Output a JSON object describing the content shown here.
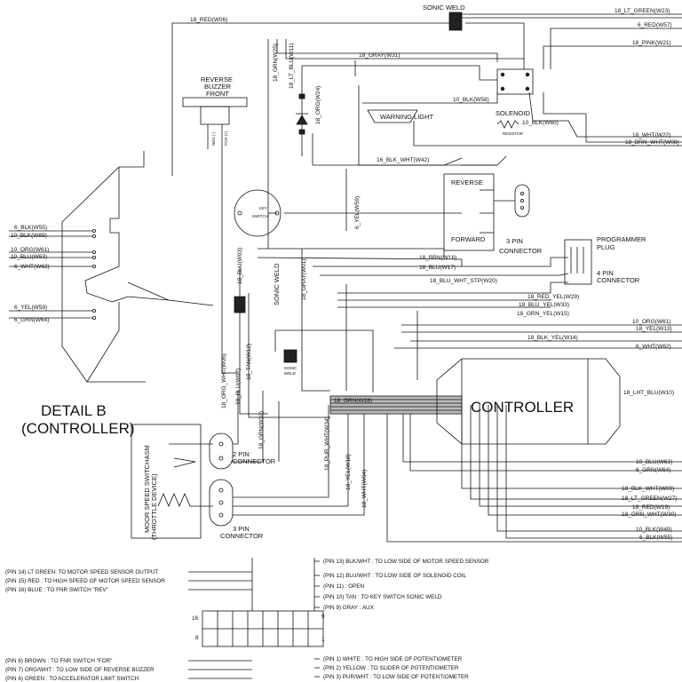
{
  "components": {
    "sonic_weld_top": "SONIC WELD",
    "reverse_buzzer": [
      "REVERSE",
      "BUZZER",
      "FRONT"
    ],
    "buzzer_pins": [
      "NEG (-)",
      "POS (+)"
    ],
    "warning_light": "WARNING LIGHT",
    "solenoid": "SOLENOID",
    "resistor": "RESISTOR",
    "key_switch": [
      "KEY",
      "SWITCH"
    ],
    "fnr_reverse": "REVERSE",
    "fnr_forward": "FORWARD",
    "three_pin_connector": [
      "3 PIN",
      "CONNECTOR"
    ],
    "programmer_plug": [
      "PROGRAMMER",
      "PLUG"
    ],
    "four_pin_connector": [
      "4 PIN",
      "CONNECTOR"
    ],
    "sonic_weld_mid": "SONIC WELD",
    "sonic_weld_small": [
      "SONIC",
      "WELD"
    ],
    "controller": "CONTROLLER",
    "detail_b": [
      "DETAIL B",
      "(CONTROLLER)"
    ],
    "two_pin_connector": [
      "2 PIN",
      "CONNECTOR"
    ],
    "three_pin_connector_bottom": [
      "3 PIN",
      "CONNECTOR"
    ],
    "throttle": [
      "MOOR SPEED SWITCHASM",
      "(THROTTLE DEVICE)"
    ],
    "plug_pins": [
      "16",
      "8",
      "9",
      "1"
    ]
  },
  "wires": {
    "top": [
      "18_RED(W06)",
      "18_LT_GREEN(W23)",
      "6_RED(W57)",
      "18_PINK(W21)",
      "18_GRAY(W31)",
      "18_LT_BLU(W11)",
      "18_GRN(W25)",
      "18_ORG(W24)",
      "10_BLK(W58)",
      "10_BLK(W60)",
      "18_WHT(W22)",
      "18_BRN_WHT(W08)",
      "16_BLK_WHT(W42)",
      "6_YEL(W59)"
    ],
    "left": [
      "6_BLK(W55)",
      "10_BLK(W89)",
      "10_ORG(W61)",
      "10_BLU(W63)",
      "6_WHT(W62)",
      "6_YEL(W59)",
      "6_GRN(W64)"
    ],
    "middle": [
      "18_BRN(W16)",
      "18_BLU(W17)",
      "18_BLU_WHT_STP(W20)",
      "18_RED_YEL(W29)",
      "18_BLU_YEL(W33)",
      "18_GRN_YEL(W15)",
      "18_BLK_YEL(W14)",
      "18_BLU(W03)",
      "18_GRAY(W01)",
      "18_ORG_WHT(W05)",
      "18_TAN(W12)",
      "18_BLU(W02)",
      "18_GRN(W28)",
      "18_GRN(W32)",
      "18_PUR_WHT(W34)",
      "18_YEL(W18)",
      "18_WHT(W04)"
    ],
    "right": [
      "10_ORG(W61)",
      "18_YEL(W13)",
      "6_WHT(W62)",
      "18_LHT_BLU(W10)",
      "10_BLU(W63)",
      "6_GRN(W64)",
      "18_BLK_WHT(W09)",
      "18_LT_GREEN(W27)",
      "18_RED(W19)",
      "18_GRN_WHT(W30)",
      "10_BLK(W49)",
      "6_BLK(W55)"
    ]
  },
  "pinout": {
    "left": [
      "(PIN 14) LT GREEN: TO MOTOR SPEED SENSOR OUTPUT",
      "(PIN 15) RED     : TO HIGH SPEED OF MOTOR SPEED SENSOR",
      "(PIN 16) BLUE    : TO FNR SWITCH \"REV\"",
      "(PIN 8) BROWN   : TO FNR SWITCH \"FOR\"",
      "(PIN 7) ORG/WHT   : TO LOW SIDE OF REVERSE BUZZER",
      "(PIN 6) GREEN     : TO ACCELERATOR LIMIT SWITCH"
    ],
    "right": [
      "(PIN 13) BLK/WHT  : TO LOW SIDE OF MOTOR SPEED SENSOR",
      "(PIN 12) BLU/WHT  : TO LOW SIDE OF SOLENOID COIL",
      "(PIN 11)          : OPEN",
      "(PIN 10) TAN      : TO KEY SWITCH SONIC WELD",
      "(PIN 9) GRAY      : AUX",
      "(PIN 1) WHITE     : TO HIGH SIDE OF POTENTIOMETER",
      "(PIN 2) YELLOW    : TO SLIDER OF POTENTIOMETER",
      "(PIN 3) PUR/WHT   : TO LOW SIDE OF POTENTIOMETER"
    ]
  }
}
